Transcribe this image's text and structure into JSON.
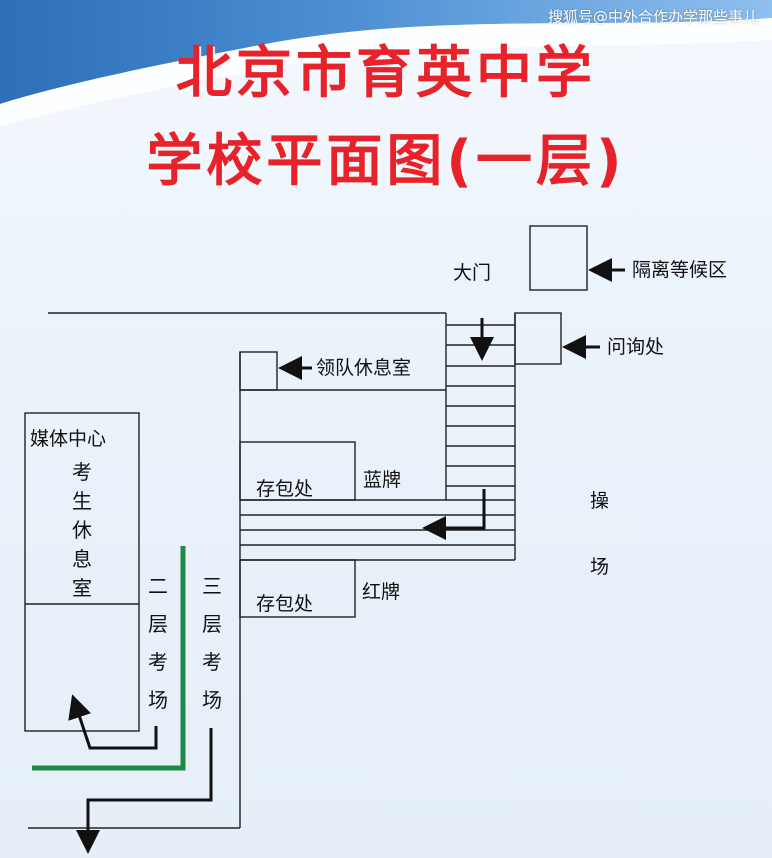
{
  "watermark": "搜狐号@中外合作办学那些事儿",
  "title": {
    "line1": "北京市育英中学",
    "line2": "学校平面图(一层)"
  },
  "labels": {
    "main_gate": "大门",
    "isolation_waiting_area": "隔离等候区",
    "information_desk": "问询处",
    "team_leader_lounge": "领队休息室",
    "bag_storage_blue": "存包处",
    "blue_card": "蓝牌",
    "bag_storage_red": "存包处",
    "red_card": "红牌",
    "playground_1": "操",
    "playground_2": "场",
    "media_center": "媒体中心",
    "candidate_lounge": [
      "考",
      "生",
      "休",
      "息",
      "室"
    ],
    "floor2_exam": [
      "二",
      "层",
      "考",
      "场"
    ],
    "floor3_exam": [
      "三",
      "层",
      "考",
      "场"
    ]
  },
  "colors": {
    "title_red": "#e8222a",
    "route_green": "#1f8a45",
    "line": "#222222",
    "swoosh_blue": "#3f82c9"
  }
}
